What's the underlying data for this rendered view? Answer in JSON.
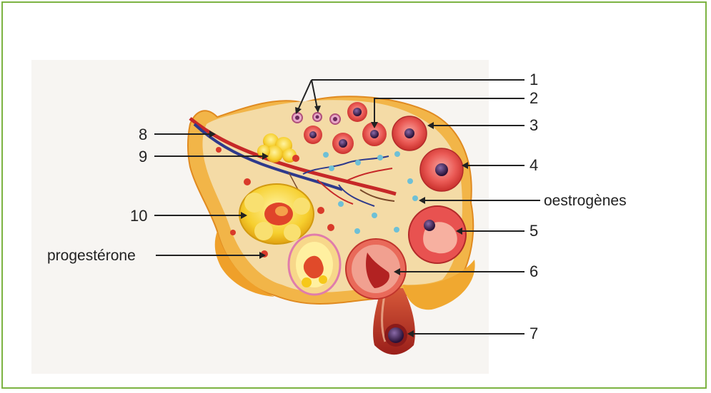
{
  "labels": {
    "n1": "1",
    "n2": "2",
    "n3": "3",
    "n4": "4",
    "n5": "5",
    "n6": "6",
    "n7": "7",
    "n8": "8",
    "n9": "9",
    "n10": "10",
    "oestrogenes": "oestrogènes",
    "progesterone": "progestérone"
  },
  "colors": {
    "frame": "#7cb342",
    "ovary_tissue": "#f3d6a0",
    "ovary_edge": "#f0b64a",
    "follicle": "#e84d4d",
    "oocyte": "#3a1f4a",
    "corpus_luteum": "#f7d13a",
    "estrogen_dot": "#6ec0d6",
    "progesterone_dot": "#d93a2a"
  }
}
